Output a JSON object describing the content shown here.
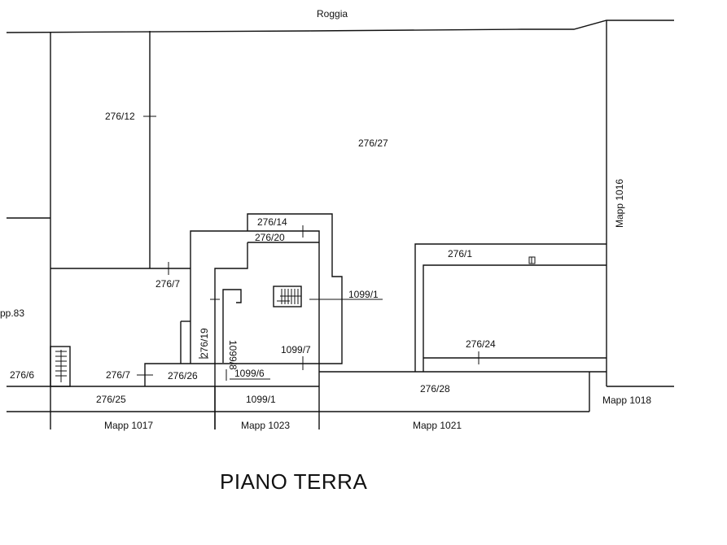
{
  "title": "PIANO TERRA",
  "labels": {
    "roggia": "Roggia",
    "p276_12": "276/12",
    "p276_27": "276/27",
    "mapp_1016": "Mapp 1016",
    "p276_14": "276/14",
    "p276_20": "276/20",
    "p276_1": "276/1",
    "p276_7_upper": "276/7",
    "mapp_83": "pp.83",
    "p1099_1_right": "1099/1",
    "p1099_8": "1099/8",
    "p276_19": "276/19",
    "p1099_7": "1099/7",
    "p276_24": "276/24",
    "p276_6": "276/6",
    "p276_7_lower": "276/7",
    "p276_26": "276/26",
    "p1099_6": "1099/6",
    "p276_28": "276/28",
    "p276_25": "276/25",
    "p1099_1_bottom": "1099/1",
    "mapp_1018": "Mapp 1018",
    "mapp_1017": "Mapp 1017",
    "mapp_1023": "Mapp 1023",
    "mapp_1021": "Mapp 1021"
  }
}
